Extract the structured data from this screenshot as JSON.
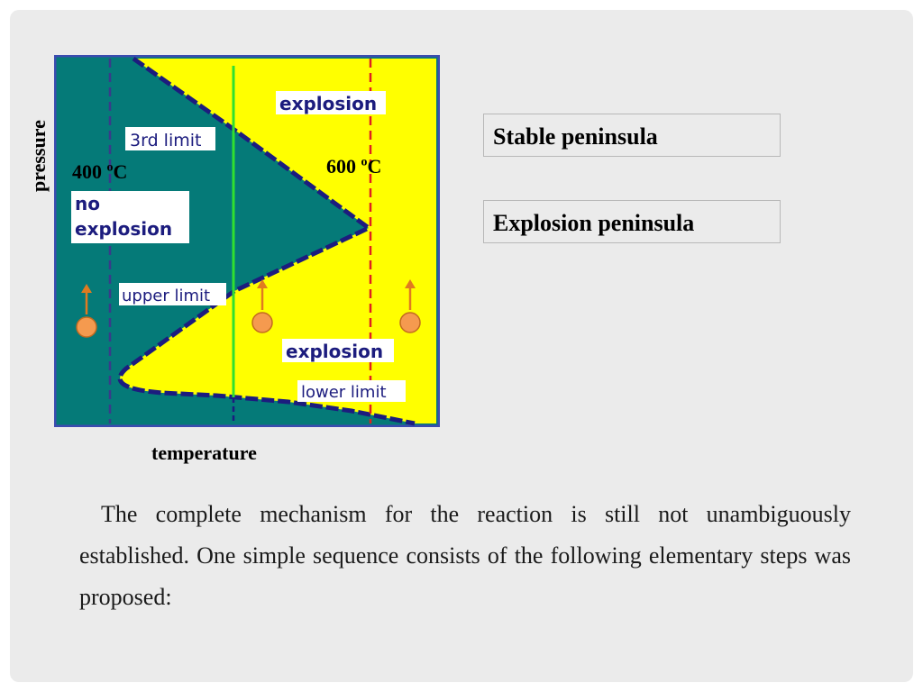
{
  "diagram": {
    "y_axis_label": "pressure",
    "x_axis_label": "temperature",
    "temp_low": {
      "value": "400 ",
      "sup": "o",
      "unit": "C"
    },
    "temp_high": {
      "value": "600 ",
      "sup": "o",
      "unit": "C"
    },
    "region_labels": {
      "explosion_top": "explosion",
      "third_limit": "3rd limit",
      "no_explosion_line1": "no",
      "no_explosion_line2": "explosion",
      "upper_limit": "upper limit",
      "explosion_bottom": "explosion",
      "lower_limit": "lower limit"
    },
    "colors": {
      "stable_region": "#057a78",
      "explosion_region": "#ffff00",
      "boundary": "#1c1c7e",
      "line_400": "#3a3a8a",
      "line_600": "#e02020",
      "line_mid": "#30e030",
      "marker": "#f59a4f"
    }
  },
  "legend": {
    "stable": "Stable peninsula",
    "explosion": "Explosion peninsula"
  },
  "body_text": "The complete mechanism for the reaction is still not unambiguously established. One simple sequence consists of the following elementary steps was proposed:"
}
